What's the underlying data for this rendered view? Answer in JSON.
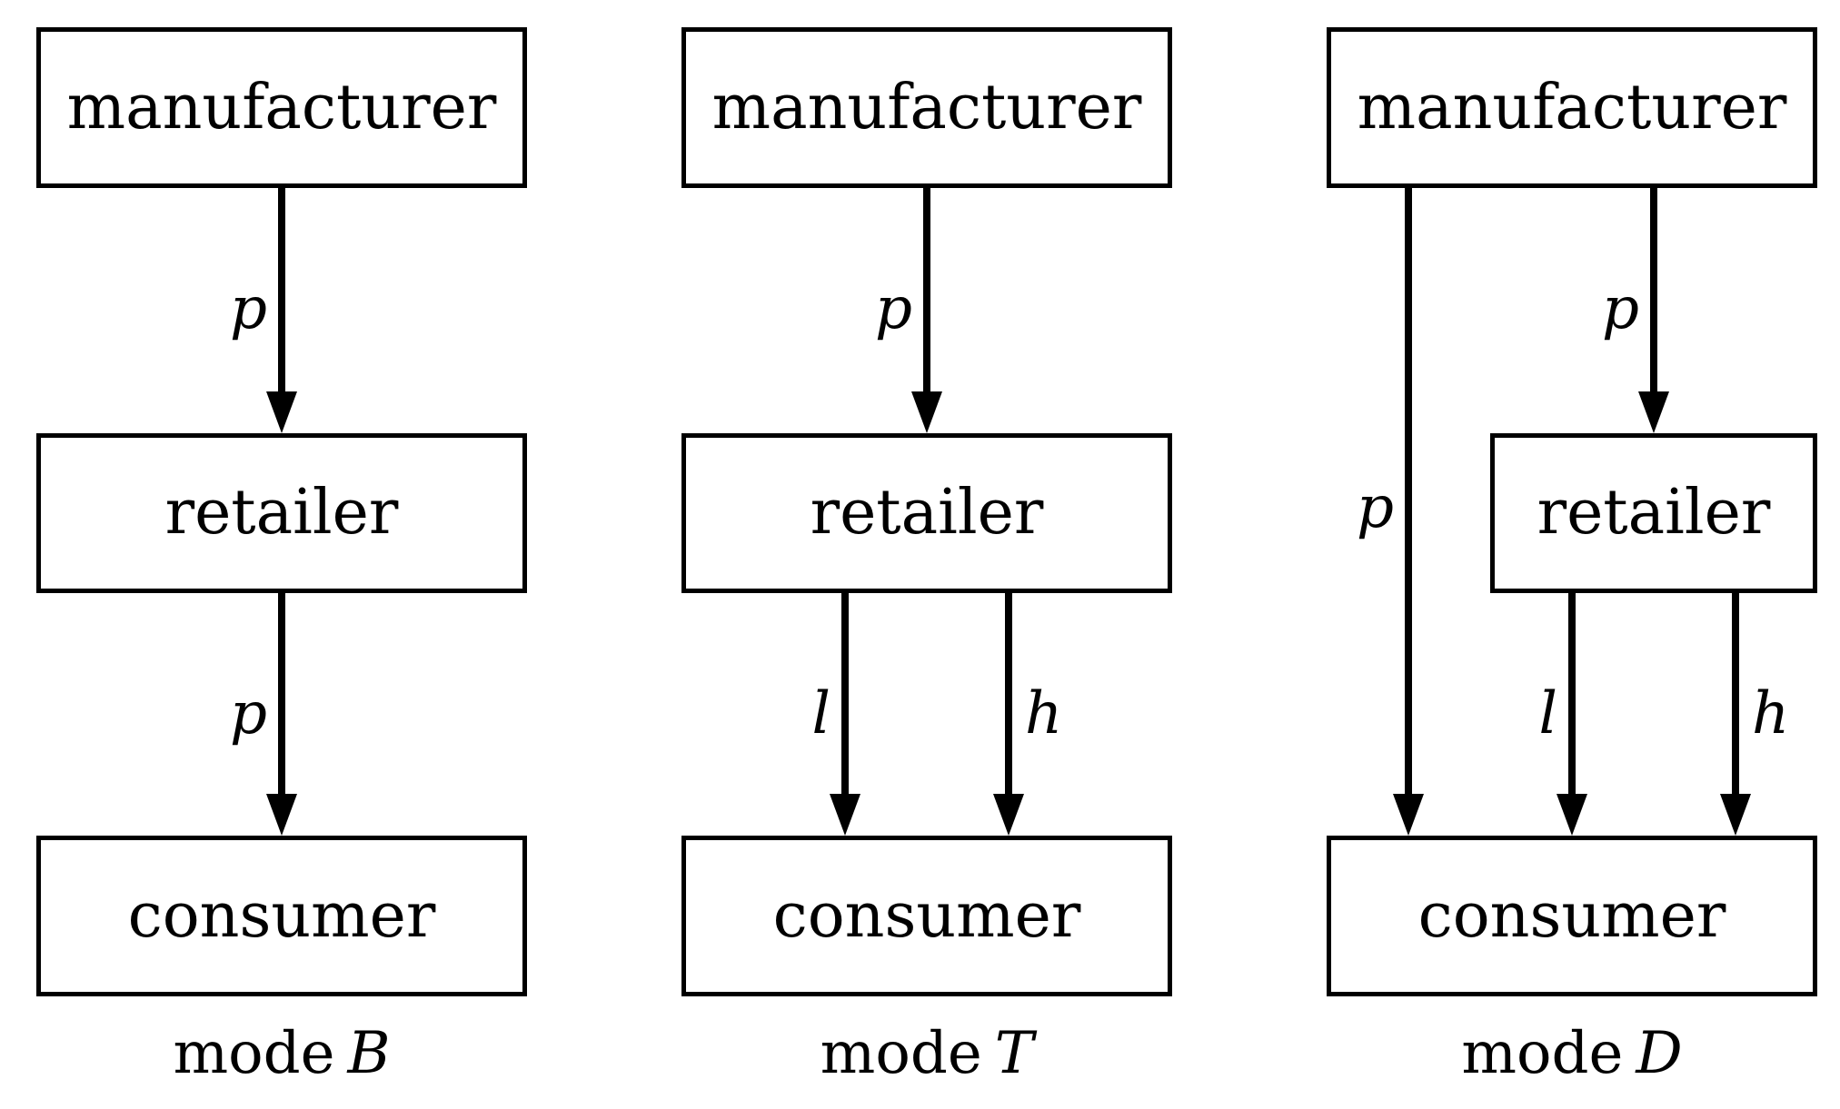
{
  "figure": {
    "background": "#ffffff",
    "line_color": "#000000",
    "description": "Three supply-chain channel structures compared side by side"
  },
  "diagrams": [
    {
      "mode_word": "mode",
      "mode_letter": "B",
      "nodes": {
        "manufacturer": "manufacturer",
        "retailer": "retailer",
        "consumer": "consumer"
      },
      "arrow_labels": {
        "manufacturer_to_retailer": "p",
        "retailer_to_consumer": "p"
      }
    },
    {
      "mode_word": "mode",
      "mode_letter": "T",
      "nodes": {
        "manufacturer": "manufacturer",
        "retailer": "retailer",
        "consumer": "consumer"
      },
      "arrow_labels": {
        "manufacturer_to_retailer": "p",
        "retailer_to_consumer_low": "l",
        "retailer_to_consumer_high": "h"
      }
    },
    {
      "mode_word": "mode",
      "mode_letter": "D",
      "nodes": {
        "manufacturer": "manufacturer",
        "retailer": "retailer",
        "consumer": "consumer"
      },
      "arrow_labels": {
        "manufacturer_to_consumer_direct": "p",
        "manufacturer_to_retailer": "p",
        "retailer_to_consumer_low": "l",
        "retailer_to_consumer_high": "h"
      }
    }
  ]
}
